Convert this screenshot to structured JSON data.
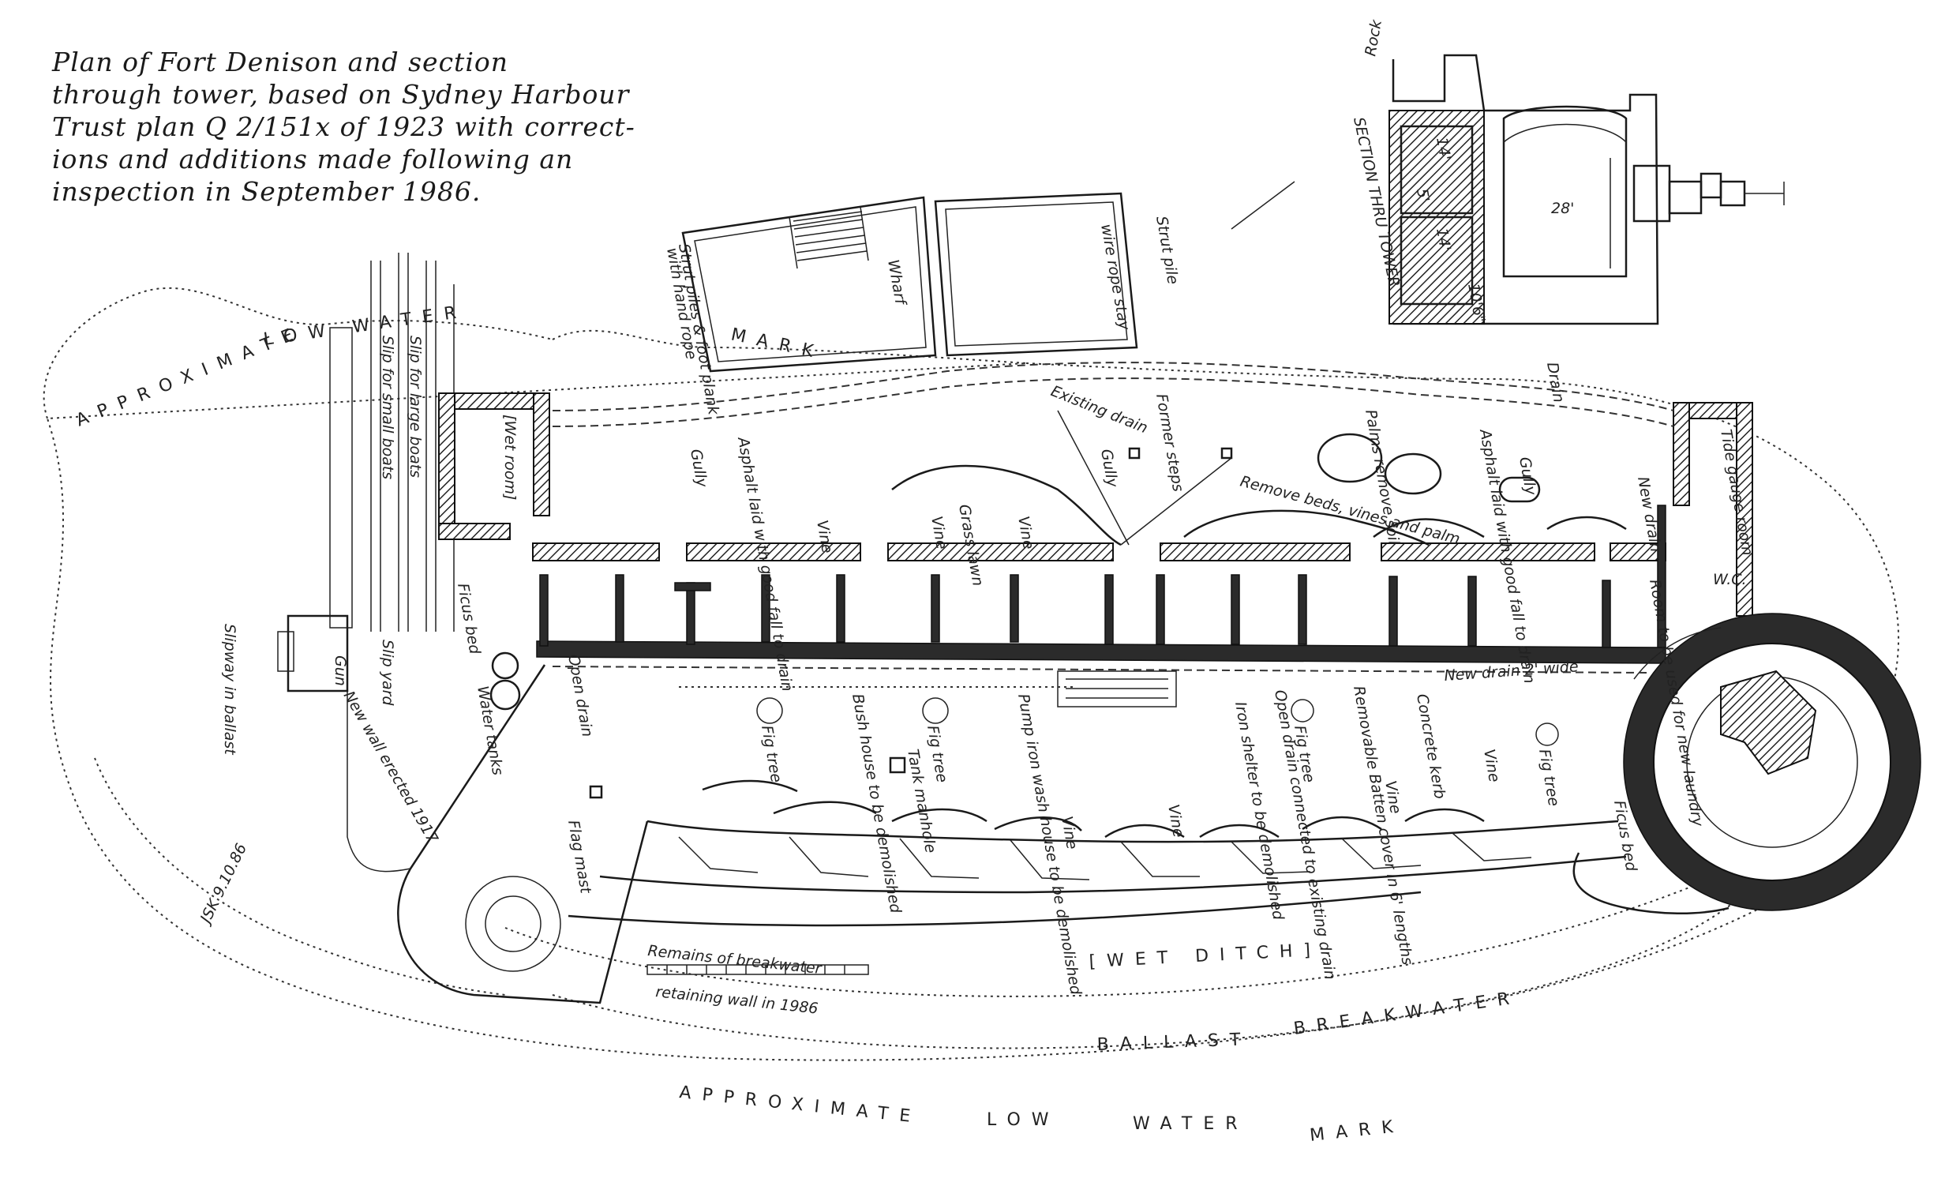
{
  "caption": {
    "lines": [
      "Plan of Fort Denison and section",
      "through tower, based on Sydney Harbour",
      "Trust plan Q 2/151x of 1923 with correct-",
      "ions and additions made following an",
      "inspection in September 1986."
    ]
  },
  "labels": {
    "low_water_top": "LOW WATER",
    "mark_top": "MARK",
    "approximate_left": "APPROXIMATE",
    "approximate_bottom": "APPROXIMATE",
    "low_water_bottom_low": "LOW",
    "low_water_bottom_water": "WATER",
    "low_water_bottom_mark": "MARK",
    "wet_ditch": "[WET DITCH]",
    "ballast_breakwater_ballast": "BALLAST",
    "ballast_breakwater_breakwater": "BREAKWATER",
    "slip_large": "Slip for large boats",
    "slip_small": "Slip for small boats",
    "wet_room": "[Wet room]",
    "slip_yard": "Slip yard",
    "slipway_ballast": "Slipway in ballast",
    "gun": "Gun",
    "new_wall": "New wall erected 1917",
    "flag_mast": "Flag mast",
    "strut_piles": "Strut piles & foot plank",
    "with_hand_rope": "with hand rope",
    "wharf": "Wharf",
    "strut_pile": "Strut pile",
    "wire_rope_stay": "wire rope stay",
    "existing_drain": "Existing drain",
    "former_steps": "Former steps",
    "gully_a": "Gully",
    "gully_b": "Gully",
    "gully_c": "Gully",
    "asphalt_laid": "Asphalt laid with good fall to drain",
    "grass_lawn": "Grass lawn",
    "vine_a": "Vine",
    "vine_b": "Vine",
    "vine_c": "Vine",
    "vine_d": "Vine",
    "vine_e": "Vine",
    "vine_f": "Vine",
    "vine_g": "Vine",
    "remove_beds": "Remove beds, vines and palm",
    "asphalt_good_fall": "Asphalt laid with good fall to drain",
    "remove_soil": "Palms remove soil",
    "drain": "Drain",
    "new_drain_right": "New drain",
    "tide_gauge_room": "Tide gauge room",
    "room_laundry": "Room to be used for new laundry",
    "wc": "W.C.",
    "ficus_bed_right": "Ficus bed",
    "ficus_bed_left": "Ficus bed",
    "new_drain_wide": "New drain 2' wide",
    "concrete_kerb": "Concrete kerb",
    "removable_battens": "Removable Batten cover in 6' lengths",
    "open_drain": "Open drain connected to existing drain",
    "iron_shelter": "Iron shelter to be demolished",
    "bush_house": "Bush house to be demolished",
    "pump_iron": "Pump iron wash house to be demolished",
    "tank_manhole": "Tank manhole",
    "fig_tree_a": "Fig tree",
    "fig_tree_b": "Fig tree",
    "fig_tree_c": "Fig tree",
    "fig_tree_d": "Fig tree",
    "water_tanks": "Water tanks",
    "open_drain_left": "Open drain",
    "remains_breakwater": "Remains of breakwater",
    "retaining_wall": "retaining wall in 1986",
    "signature": "JSK 9.10.86",
    "section_thru_tower": "SECTION THRU TOWER",
    "rock": "Rock",
    "dim_14a": "14'",
    "dim_14b": "14'",
    "dim_5": "5'",
    "dim_28": "28'",
    "dim_10": "10'6\""
  }
}
